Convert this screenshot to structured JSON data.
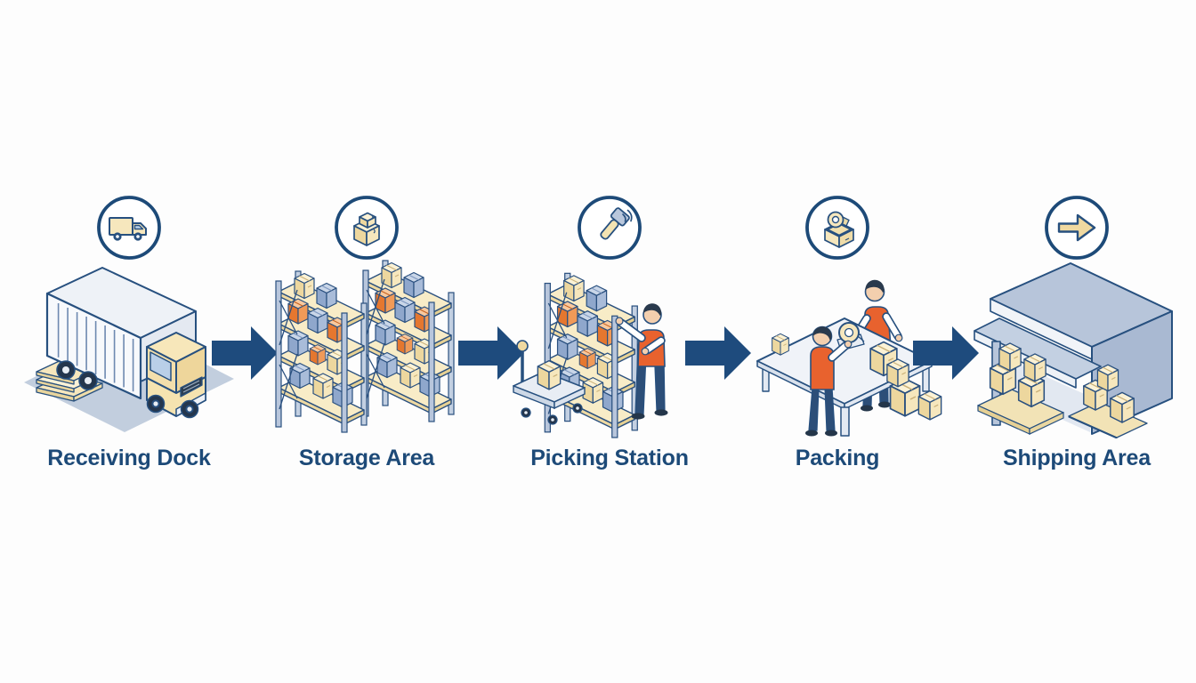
{
  "diagram": {
    "type": "warehouse-process-flow",
    "stages": [
      {
        "id": "receiving-dock",
        "label": "Receiving Dock",
        "icon": "truck-icon",
        "illustration": "truck-at-dock"
      },
      {
        "id": "storage-area",
        "label": "Storage Area",
        "icon": "stacked-boxes-icon",
        "illustration": "storage-racks"
      },
      {
        "id": "picking-station",
        "label": "Picking Station",
        "icon": "barcode-scanner-icon",
        "illustration": "worker-picking-from-rack"
      },
      {
        "id": "packing",
        "label": "Packing",
        "icon": "tape-dispenser-icon",
        "illustration": "workers-at-packing-table"
      },
      {
        "id": "shipping-area",
        "label": "Shipping Area",
        "icon": "arrow-right-icon",
        "illustration": "loading-dock-with-pallets"
      }
    ],
    "connectors": {
      "count": 4,
      "shape": "block-arrow-right",
      "color": "#1e4b7d"
    },
    "palette": {
      "outline_navy": "#27507f",
      "arrow_navy": "#1e4b7d",
      "label_navy": "#1d4a78",
      "cream": "#f6e7bd",
      "cream_light": "#fbf2d6",
      "cream_dark": "#edd79e",
      "orange_box": "#ef8c4b",
      "vest_orange": "#e8622e",
      "box_blue": "#a9bcd9",
      "structure_blue_gray": "#b7c5da",
      "ground_blue": "#c2cede",
      "skin": "#f3cfae",
      "background": "#fdfdfd"
    }
  }
}
